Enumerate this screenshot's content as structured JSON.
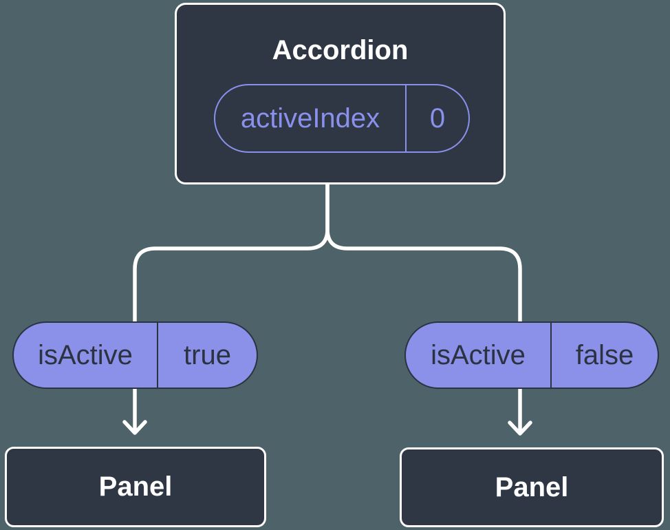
{
  "colors": {
    "background": "#4d6369",
    "node_fill": "#2f3744",
    "node_border": "#ffffff",
    "purple_fill": "#8b90e9",
    "purple_outline": "#8a91ec",
    "dark_text": "#2b3240",
    "light_text": "#ffffff",
    "connector": "#ffffff"
  },
  "root_node": {
    "title": "Accordion",
    "prop": {
      "name": "activeIndex",
      "value": "0"
    }
  },
  "branches": [
    {
      "prop": {
        "name": "isActive",
        "value": "true"
      },
      "child": {
        "title": "Panel"
      }
    },
    {
      "prop": {
        "name": "isActive",
        "value": "false"
      },
      "child": {
        "title": "Panel"
      }
    }
  ]
}
